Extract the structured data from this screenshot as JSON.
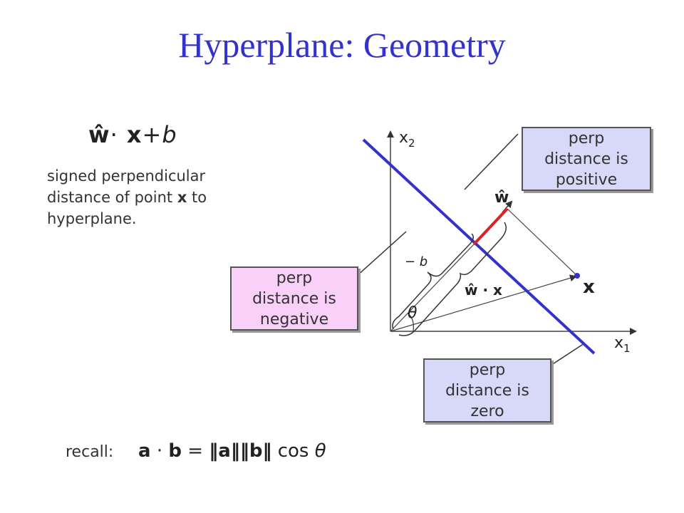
{
  "title": "Hyperplane: Geometry",
  "formula_main": {
    "w": "ŵ",
    "dot": "·",
    "x": "x",
    "plus": "+",
    "b": "b"
  },
  "description": {
    "line1": "signed perpendicular",
    "line2_pre": "distance of point ",
    "line2_bold": "x",
    "line2_post": " to",
    "line3": "hyperplane."
  },
  "callouts": {
    "positive": [
      "perp",
      "distance is",
      "positive"
    ],
    "negative": [
      "perp",
      "distance is",
      "negative"
    ],
    "zero": [
      "perp",
      "distance is",
      "zero"
    ]
  },
  "diagram": {
    "axis_x1": "x",
    "axis_x1_sub": "1",
    "axis_x2": "x",
    "axis_x2_sub": "2",
    "w_hat": "ŵ",
    "minus_b": "− b",
    "w_dot_x": "ŵ · x",
    "theta": "θ",
    "point_x": "x"
  },
  "recall": {
    "label": "recall:",
    "a": "a",
    "dot": "·",
    "b": "b",
    "eq": "=",
    "norm_a": "‖a‖",
    "norm_b": "‖b‖",
    "cos": "cos",
    "theta": "θ"
  },
  "colors": {
    "title": "#3333cc",
    "hyperplane": "#3333cc",
    "w_segment": "#dd2222",
    "callout_positive": "#d8d8f8",
    "callout_negative": "#f8d0f8",
    "callout_zero": "#d8d8f8"
  }
}
